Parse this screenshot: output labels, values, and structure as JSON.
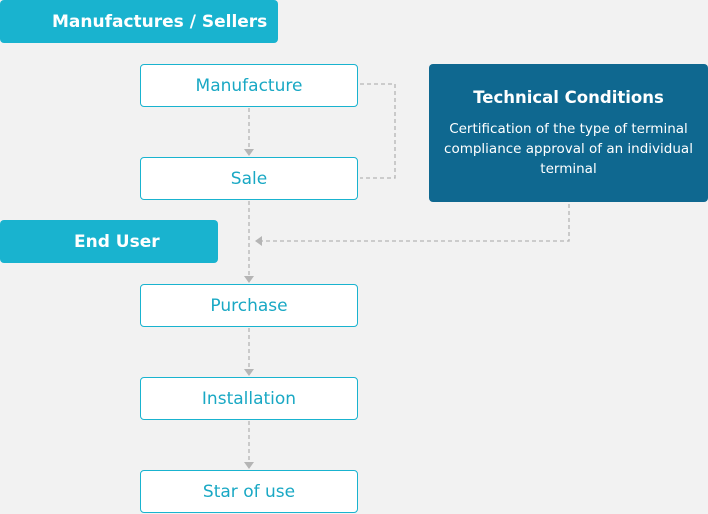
{
  "banners": {
    "sellers": "Manufactures / Sellers",
    "end_user": "End User"
  },
  "steps": {
    "manufacture": "Manufacture",
    "sale": "Sale",
    "purchase": "Purchase",
    "installation": "Installation",
    "start_of_use": "Star of use"
  },
  "technical_conditions": {
    "title": "Technical Conditions",
    "description": "Certification of the type of terminal compliance approval of an individual terminal"
  },
  "colors": {
    "accent_cyan": "#19b3cf",
    "dark_teal": "#0f6890",
    "connector_gray": "#b5b5b5",
    "background": "#f2f2f2"
  }
}
